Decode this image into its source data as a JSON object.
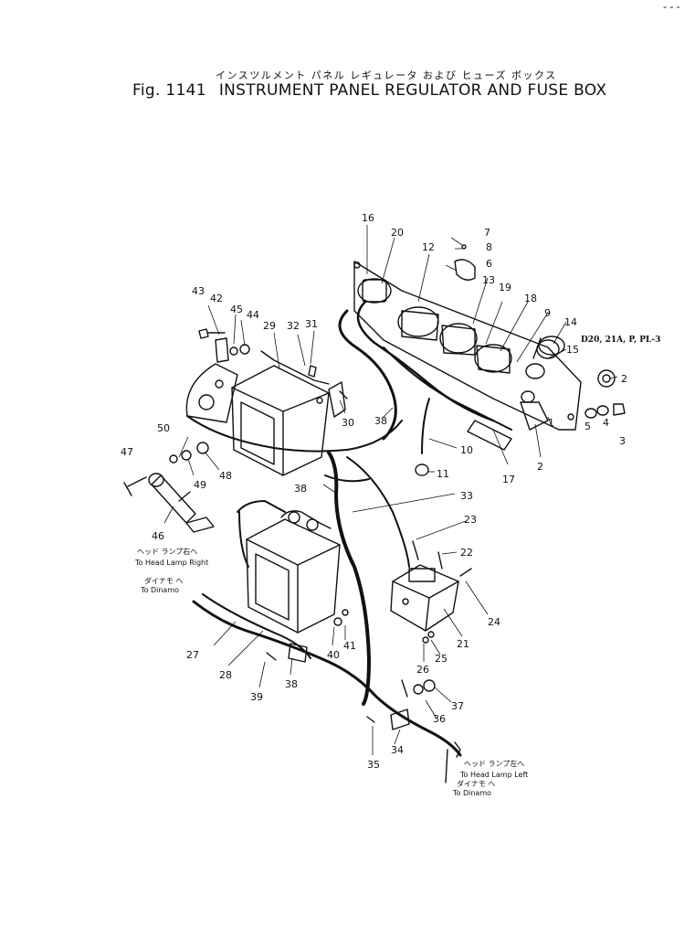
{
  "header": {
    "japanese_title": "インスツルメント パネル レギュレータ および ヒューズ ボックス",
    "fig_number": "Fig. 1141",
    "title": "INSTRUMENT PANEL REGULATOR AND FUSE BOX",
    "corner_mark": "- - -"
  },
  "model_note": "D20, 21A, P, PL-3",
  "wire_notes": {
    "head_lamp_right_jp": "ヘッド ランプ右へ",
    "head_lamp_right": "To Head Lamp Right",
    "dinamo_left_jp": "ダイナモ へ",
    "dinamo_left": "To Dinamo",
    "head_lamp_left_jp": "ヘッド ランプ左へ",
    "head_lamp_left": "To Head Lamp Left",
    "dinamo_bottom_jp": "ダイナモ へ",
    "dinamo_bottom": "To Dinamo"
  },
  "callouts": {
    "n1": "1",
    "n2": "2",
    "n2b": "2",
    "n3": "3",
    "n4": "4",
    "n5": "5",
    "n6": "6",
    "n7": "7",
    "n8": "8",
    "n9": "9",
    "n10": "10",
    "n11": "11",
    "n12": "12",
    "n13": "13",
    "n14": "14",
    "n15": "15",
    "n16": "16",
    "n17": "17",
    "n18": "18",
    "n19": "19",
    "n20": "20",
    "n21": "21",
    "n22": "22",
    "n23": "23",
    "n24": "24",
    "n25": "25",
    "n26": "26",
    "n27": "27",
    "n28": "28",
    "n29": "29",
    "n30": "30",
    "n31": "31",
    "n32": "32",
    "n33": "33",
    "n34": "34",
    "n35": "35",
    "n36": "36",
    "n37": "37",
    "n38a": "38",
    "n38b": "38",
    "n38c": "38",
    "n39": "39",
    "n40": "40",
    "n41": "41",
    "n42": "42",
    "n43": "43",
    "n44": "44",
    "n45": "45",
    "n46": "46",
    "n47": "47",
    "n48": "48",
    "n49": "49",
    "n50": "50"
  }
}
